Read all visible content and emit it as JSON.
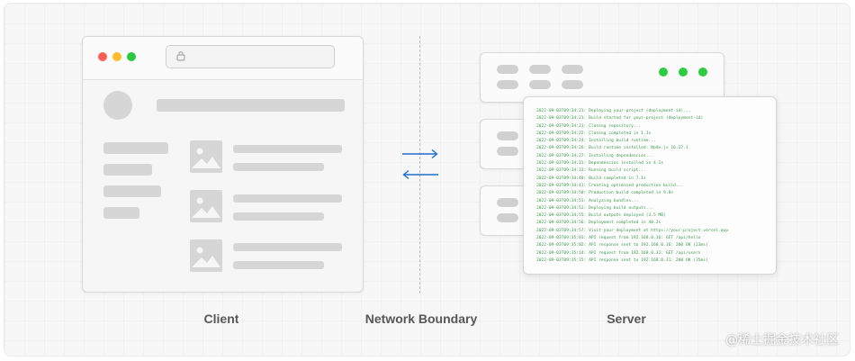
{
  "colors": {
    "accent_blue": "#1f6fd1",
    "dot_red": "#ff5f57",
    "dot_yellow": "#febc2e",
    "dot_green": "#28c840",
    "server_green": "#2ecc40",
    "log_green": "#3d9a4c"
  },
  "labels": {
    "client": "Client",
    "network": "Network Boundary",
    "server": "Server"
  },
  "icons": {
    "lock": "lock-icon",
    "image": "image-icon",
    "arrow_right": "arrow-right-icon",
    "arrow_left": "arrow-left-icon"
  },
  "log_lines": [
    "2022-09-03T09:34:21: Deploying your-project (deployment-id)...",
    "2022-09-03T09:34:21: Build started for your-project (deployment-id)",
    "2022-09-03T09:34:21: Cloning repository...",
    "2022-09-03T09:34:22: Cloning completed in 1.1s",
    "2022-09-03T09:34:24: Installing build runtime...",
    "2022-09-03T09:34:26: Build runtime installed: Node.js 16.17.1",
    "2022-09-03T09:34:27: Installing dependencies...",
    "2022-09-03T09:34:31: Dependencies installed in 4.1s",
    "2022-09-03T09:34:33: Running build script...",
    "2022-09-03T09:34:40: Build completed in 7.1s",
    "2022-09-03T09:34:41: Creating optimized production build...",
    "2022-09-03T09:34:50: Production build completed in 9.0s",
    "2022-09-03T09:34:51: Analyzing bundles...",
    "2022-09-03T09:34:52: Deploying build outputs...",
    "2022-09-03T09:34:55: Build outputs deployed (3.5 MB)",
    "2022-09-03T09:34:56: Deployment completed in 40.2s",
    "2022-09-03T09:34:57: Visit your deployment at https://your-project.vercel.app",
    "2022-09-03T09:35:01: API request from 192.168.0.16: GET /api/hello",
    "2022-09-03T09:35:02: API response sent to 192.168.0.16: 200 OK (23ms)",
    "2022-09-03T09:35:14: API request from 192.168.0.31: GET /api/users",
    "2022-09-03T09:35:15: API response sent to 192.168.0.31: 200 OK (35ms)"
  ],
  "watermark": "@稀土掘金技术社区"
}
